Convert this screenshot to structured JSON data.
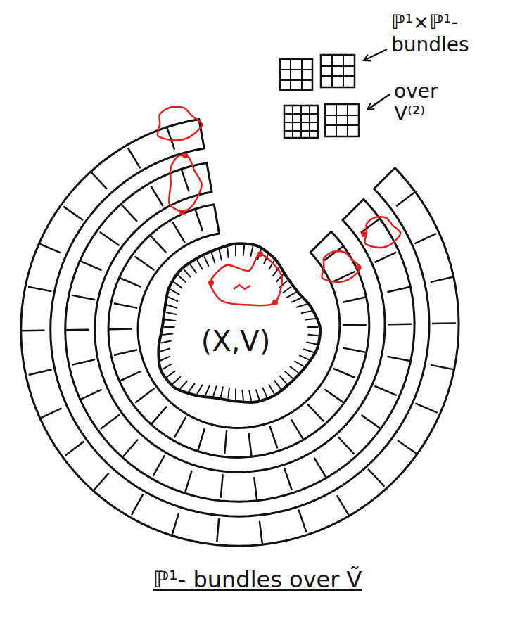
{
  "diagram": {
    "nodes": [
      {
        "text": [
          "(X,V)"
        ]
      }
    ],
    "labels": [
      "ℙ¹×ℙ¹- bundles",
      "over V⁽²⁾",
      "ℙ¹- bundles over Ṽ"
    ]
  }
}
